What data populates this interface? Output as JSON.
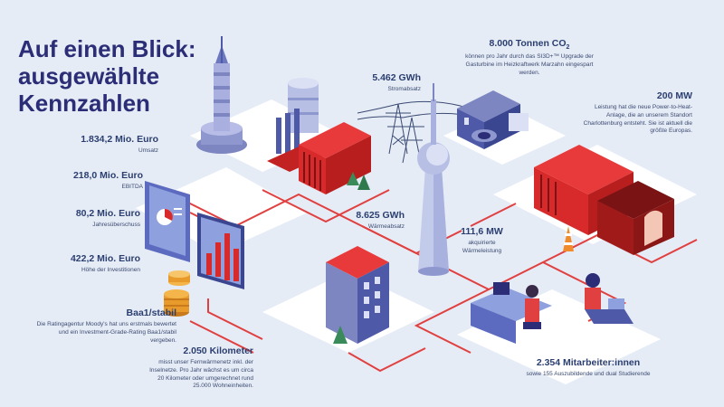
{
  "title": {
    "line1": "Auf einen Blick:",
    "line2": "ausgewählte",
    "line3": "Kennzahlen"
  },
  "kpis": {
    "umsatz": {
      "value": "1.834,2 Mio. Euro",
      "label": "Umsatz"
    },
    "ebitda": {
      "value": "218,0 Mio. Euro",
      "label": "EBITDA"
    },
    "jahresueberschuss": {
      "value": "80,2 Mio. Euro",
      "label": "Jahresüberschuss"
    },
    "investitionen": {
      "value": "422,2 Mio. Euro",
      "label": "Höhe der Investitionen"
    },
    "rating": {
      "value": "Baa1/stabil",
      "label": "Die Ratingagentur Moody's hat uns erstmals bewertet und ein Investment-Grade-Rating Baa1/stabil vergeben."
    },
    "netz": {
      "value": "2.050 Kilometer",
      "label": "misst unser Fernwärmenetz inkl. der Inselnetze. Pro Jahr wächst es um circa 20 Kilometer oder umgerechnet rund 25.000 Wohneinheiten."
    },
    "stromabsatz": {
      "value": "5.462 GWh",
      "label": "Stromabsatz"
    },
    "waermeabsatz": {
      "value": "8.625 GWh",
      "label": "Wärmeabsatz"
    },
    "co2": {
      "value_main": "8.000 Tonnen CO",
      "value_sub": "2",
      "label": "können pro Jahr durch das SI3D+™ Upgrade der Gasturbine im Heizkraftwerk Marzahn eingespart werden."
    },
    "power_to_heat": {
      "value": "200 MW",
      "label": "Leistung hat die neue Power-to-Heat-Anlage, die an unserem Standort Charlottenburg entsteht. Sie ist aktuell die größte Europas."
    },
    "waermeleistung": {
      "value": "111,6 MW",
      "label": "akquirierte Wärmeleistung"
    },
    "mitarbeiter": {
      "value": "2.354 Mitarbeiter:innen",
      "label": "sowie 155 Auszubildende und dual Studierende"
    }
  },
  "colors": {
    "background": "#e6ecf6",
    "navy": "#2b2d77",
    "red": "#d82a2a",
    "line_red": "#e14040",
    "tile_white": "#ffffff"
  }
}
